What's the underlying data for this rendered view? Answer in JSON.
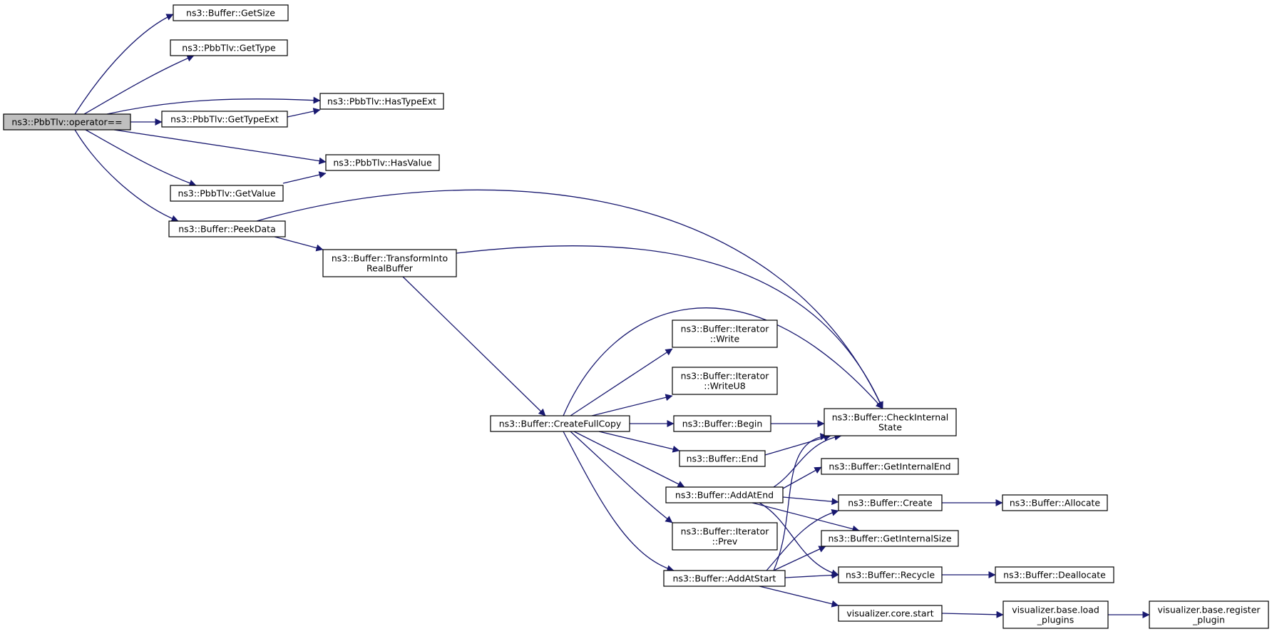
{
  "colors": {
    "edge": "#191970",
    "root_fill": "#bfbfbf",
    "node_fill": "#ffffff",
    "node_border": "#000000"
  },
  "nodes": [
    {
      "id": "op_eq",
      "lines": [
        "ns3::PbbTlv::operator=="
      ],
      "root": true
    },
    {
      "id": "getsize",
      "lines": [
        "ns3::Buffer::GetSize"
      ]
    },
    {
      "id": "gettype",
      "lines": [
        "ns3::PbbTlv::GetType"
      ]
    },
    {
      "id": "hastypeext",
      "lines": [
        "ns3::PbbTlv::HasTypeExt"
      ]
    },
    {
      "id": "gettypeext",
      "lines": [
        "ns3::PbbTlv::GetTypeExt"
      ]
    },
    {
      "id": "hasvalue",
      "lines": [
        "ns3::PbbTlv::HasValue"
      ]
    },
    {
      "id": "getvalue",
      "lines": [
        "ns3::PbbTlv::GetValue"
      ]
    },
    {
      "id": "peekdata",
      "lines": [
        "ns3::Buffer::PeekData"
      ]
    },
    {
      "id": "transform",
      "lines": [
        "ns3::Buffer::TransformInto",
        "RealBuffer"
      ]
    },
    {
      "id": "createfullcopy",
      "lines": [
        "ns3::Buffer::CreateFullCopy"
      ]
    },
    {
      "id": "it_write",
      "lines": [
        "ns3::Buffer::Iterator",
        "::Write"
      ]
    },
    {
      "id": "it_writeu8",
      "lines": [
        "ns3::Buffer::Iterator",
        "::WriteU8"
      ]
    },
    {
      "id": "begin",
      "lines": [
        "ns3::Buffer::Begin"
      ]
    },
    {
      "id": "end",
      "lines": [
        "ns3::Buffer::End"
      ]
    },
    {
      "id": "checkinternal",
      "lines": [
        "ns3::Buffer::CheckInternal",
        "State"
      ]
    },
    {
      "id": "getinternalend",
      "lines": [
        "ns3::Buffer::GetInternalEnd"
      ]
    },
    {
      "id": "addatend",
      "lines": [
        "ns3::Buffer::AddAtEnd"
      ]
    },
    {
      "id": "create",
      "lines": [
        "ns3::Buffer::Create"
      ]
    },
    {
      "id": "allocate",
      "lines": [
        "ns3::Buffer::Allocate"
      ]
    },
    {
      "id": "it_prev",
      "lines": [
        "ns3::Buffer::Iterator",
        "::Prev"
      ]
    },
    {
      "id": "getinternalsize",
      "lines": [
        "ns3::Buffer::GetInternalSize"
      ]
    },
    {
      "id": "addatstart",
      "lines": [
        "ns3::Buffer::AddAtStart"
      ]
    },
    {
      "id": "recycle",
      "lines": [
        "ns3::Buffer::Recycle"
      ]
    },
    {
      "id": "deallocate",
      "lines": [
        "ns3::Buffer::Deallocate"
      ]
    },
    {
      "id": "vis_start",
      "lines": [
        "visualizer.core.start"
      ]
    },
    {
      "id": "vis_load",
      "lines": [
        "visualizer.base.load",
        "_plugins"
      ]
    },
    {
      "id": "vis_register",
      "lines": [
        "visualizer.base.register",
        "_plugin"
      ]
    }
  ],
  "edges": [
    [
      "op_eq",
      "getsize"
    ],
    [
      "op_eq",
      "gettype"
    ],
    [
      "op_eq",
      "hastypeext"
    ],
    [
      "op_eq",
      "gettypeext"
    ],
    [
      "op_eq",
      "hasvalue"
    ],
    [
      "op_eq",
      "getvalue"
    ],
    [
      "op_eq",
      "peekdata"
    ],
    [
      "gettypeext",
      "hastypeext"
    ],
    [
      "getvalue",
      "hasvalue"
    ],
    [
      "peekdata",
      "checkinternal"
    ],
    [
      "peekdata",
      "transform"
    ],
    [
      "transform",
      "checkinternal"
    ],
    [
      "transform",
      "createfullcopy"
    ],
    [
      "createfullcopy",
      "checkinternal"
    ],
    [
      "createfullcopy",
      "it_write"
    ],
    [
      "createfullcopy",
      "it_writeu8"
    ],
    [
      "createfullcopy",
      "begin"
    ],
    [
      "createfullcopy",
      "end"
    ],
    [
      "createfullcopy",
      "addatend"
    ],
    [
      "createfullcopy",
      "it_prev"
    ],
    [
      "createfullcopy",
      "addatstart"
    ],
    [
      "begin",
      "checkinternal"
    ],
    [
      "end",
      "checkinternal"
    ],
    [
      "addatend",
      "checkinternal"
    ],
    [
      "addatend",
      "getinternalend"
    ],
    [
      "addatend",
      "create"
    ],
    [
      "addatend",
      "getinternalsize"
    ],
    [
      "addatend",
      "recycle"
    ],
    [
      "create",
      "allocate"
    ],
    [
      "addatstart",
      "checkinternal"
    ],
    [
      "addatstart",
      "create"
    ],
    [
      "addatstart",
      "getinternalsize"
    ],
    [
      "addatstart",
      "recycle"
    ],
    [
      "addatstart",
      "vis_start"
    ],
    [
      "recycle",
      "deallocate"
    ],
    [
      "vis_start",
      "vis_load"
    ],
    [
      "vis_load",
      "vis_register"
    ]
  ]
}
